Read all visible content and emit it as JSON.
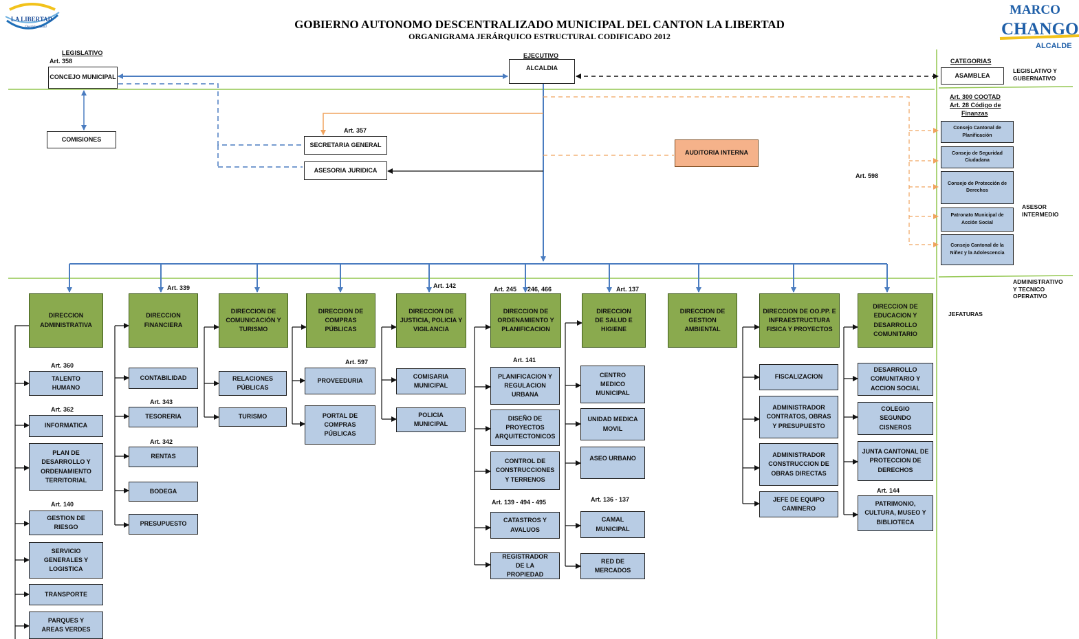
{
  "header": {
    "title": "GOBIERNO AUTONOMO DESCENTRALIZADO MUNICIPAL DEL CANTON LA LIBERTAD",
    "subtitle": "ORGANIGRAMA JERÁRQUICO ESTRUCTURAL CODIFICADO 2012",
    "logo_left_text": "LA LIBERTAD",
    "logo_left_tagline": "Querida ciudad",
    "logo_right_line1": "MARCO",
    "logo_right_line2": "CHANGO",
    "logo_right_line3": "ALCALDE"
  },
  "levels": {
    "legislativo": "LEGISLATIVO",
    "ejecutivo": "EJECUTIVO",
    "categorias": "CATEGORIAS",
    "legislativo_gubernativo": [
      "LEGISLATIVO Y",
      "GUBERNATIVO"
    ],
    "asesor_intermedio": [
      "ASESOR",
      "INTERMEDIO"
    ],
    "administrativo": [
      "ADMINISTRATIVO",
      "Y TECNICO",
      "OPERATIVO"
    ],
    "jefaturas": "JEFATURAS"
  },
  "articles": {
    "a358": "Art. 358",
    "a357": "Art. 357",
    "a300": "Art. 300 COOTAD",
    "a28": "Art. 28 Código de",
    "finanzas": "Finanzas",
    "a598": "Art. 598",
    "a339": "Art. 339",
    "a142": "Art. 142",
    "a245": "Art. 245",
    "a246": "246,  466",
    "a137": "Art. 137",
    "a360": "Art. 360",
    "a362": "Art. 362",
    "a140": "Art. 140",
    "a343": "Art. 343",
    "a342": "Art. 342",
    "a597": "Art. 597",
    "a141": "Art. 141",
    "a139": "Art. 139 - 494 - 495",
    "a136": "Art. 136 - 137",
    "a144": "Art. 144"
  },
  "top": {
    "concejo": "CONCEJO MUNICIPAL",
    "comisiones": "COMISIONES",
    "alcaldia": "ALCALDIA",
    "asamblea": "ASAMBLEA",
    "secretaria": "SECRETARIA GENERAL",
    "asesoria": "ASESORIA JURIDICA",
    "auditoria": "AUDITORIA INTERNA"
  },
  "consejos": [
    "Consejo Cantonal de Planificación",
    "Consejo de Seguridad Ciudadana",
    "Consejo de Protección de Derechos",
    "Patronato Municipal de Acción Social",
    "Consejo Cantonal de la Niñez y la Adolescencia"
  ],
  "direcciones": [
    "DIRECCION ADMINISTRATIVA",
    "DIRECCION FINANCIERA",
    "DIRECCION DE COMUNICACIÓN Y TURISMO",
    "DIRECCION DE COMPRAS PÚBLICAS",
    "DIRECCION DE JUSTICIA, POLICIA Y VIGILANCIA",
    "DIRECCION DE ORDENAMIENTO Y PLANIFICACION",
    "DIRECCION DE SALUD E HIGIENE",
    "DIRECCION DE GESTION AMBIENTAL",
    "DIRECCION DE OO.PP. E INFRAESTRUCTURA FISICA Y PROYECTOS",
    "DIRECCION DE EDUCACION Y DESARROLLO COMUNITARIO"
  ],
  "units": {
    "administrativa": [
      "TALENTO HUMANO",
      "INFORMATICA",
      "PLAN DE DESARROLLO Y ORDENAMIENTO TERRITORIAL",
      "GESTION DE RIESGO",
      "SERVICIO GENERALES Y LOGISTICA",
      "TRANSPORTE",
      "PARQUES Y AREAS VERDES"
    ],
    "financiera": [
      "CONTABILIDAD",
      "TESORERIA",
      "RENTAS",
      "BODEGA",
      "PRESUPUESTO"
    ],
    "comunicacion": [
      "RELACIONES PÚBLICAS",
      "TURISMO"
    ],
    "compras": [
      "PROVEEDURIA",
      "PORTAL DE COMPRAS PÚBLICAS"
    ],
    "justicia": [
      "COMISARIA MUNICIPAL",
      "POLICIA MUNICIPAL"
    ],
    "ordenamiento": [
      "PLANIFICACION Y REGULACION URBANA",
      "DISEÑO DE PROYECTOS ARQUITECTONICOS",
      "CONTROL DE CONSTRUCCIONES Y TERRENOS",
      "CATASTROS Y AVALUOS",
      "REGISTRADOR DE LA PROPIEDAD"
    ],
    "salud": [
      "CENTRO MEDICO MUNICIPAL",
      "UNIDAD MEDICA MOVIL",
      "ASEO URBANO",
      "CAMAL MUNICIPAL",
      "RED DE MERCADOS"
    ],
    "oopp": [
      "FISCALIZACION",
      "ADMINISTRADOR CONTRATOS, OBRAS Y PRESUPUESTO",
      "ADMINISTRADOR CONSTRUCCION DE OBRAS DIRECTAS",
      "JEFE DE EQUIPO CAMINERO"
    ],
    "educacion": [
      "DESARROLLO COMUNITARIO Y ACCION SOCIAL",
      "COLEGIO SEGUNDO CISNEROS",
      "JUNTA CANTONAL DE PROTECCION DE DERECHOS",
      "PATRIMONIO, CULTURA, MUSEO Y BIBLIOTECA"
    ]
  },
  "colors": {
    "green_box": "#8aaa4e",
    "blue_box": "#b8cce4",
    "orange_box": "#f5b28a",
    "blue_line": "#4a7cc0",
    "orange_line": "#f0a35e",
    "divider": "#92c64e"
  }
}
